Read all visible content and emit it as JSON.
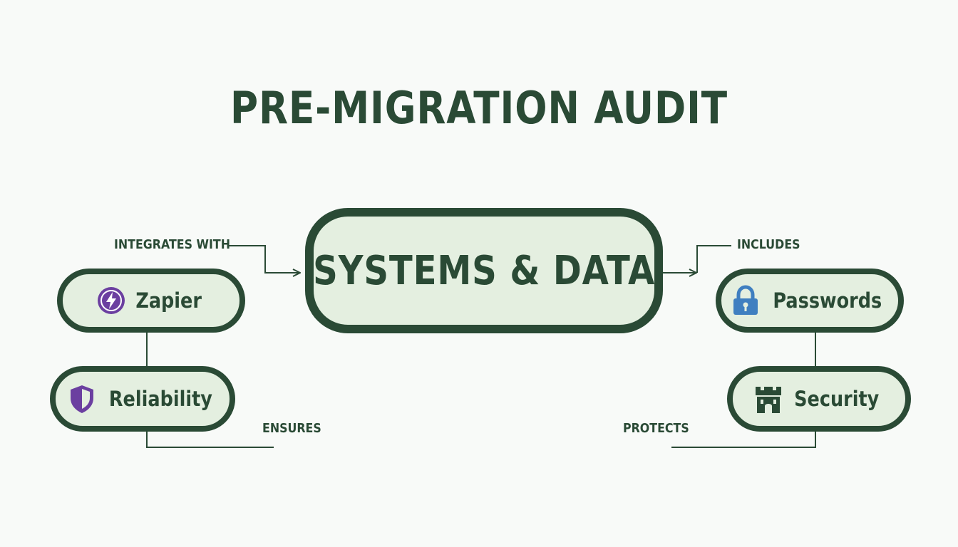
{
  "diagram": {
    "title": "PRE-MIGRATION AUDIT",
    "center_node": {
      "label": "SYSTEMS & DATA"
    },
    "nodes": {
      "zapier": {
        "label": "Zapier",
        "icon": "zapier-bolt-icon",
        "color": "#6b3fa0"
      },
      "reliability": {
        "label": "Reliability",
        "icon": "shield-icon",
        "color": "#6b3fa0"
      },
      "passwords": {
        "label": "Passwords",
        "icon": "padlock-icon",
        "color": "#3f7fc0"
      },
      "security": {
        "label": "Security",
        "icon": "castle-tower-icon",
        "color": "#2a4a35"
      }
    },
    "edge_labels": {
      "integrates_with": "INTEGRATES WITH",
      "ensures": "ENSURES",
      "includes": "INCLUDES",
      "protects": "PROTECTS"
    },
    "colors": {
      "primary": "#2a4a35",
      "node_fill": "#e4efe0",
      "background": "#f8faf8"
    }
  }
}
